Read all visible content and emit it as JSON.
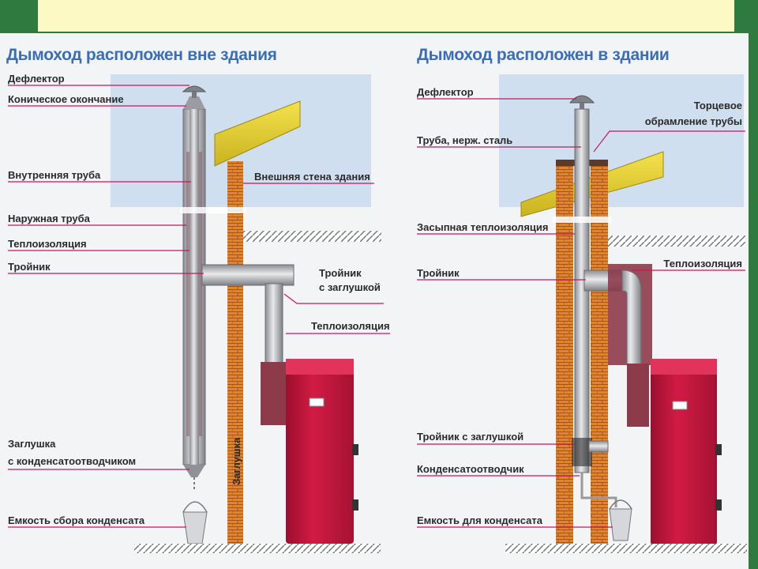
{
  "left": {
    "title": "Дымоход расположен вне здания",
    "labels": {
      "deflector": "Дефлектор",
      "conical_end": "Коническое окончание",
      "inner_pipe": "Внутренняя труба",
      "outer_wall": "Внешняя стена здания",
      "outer_pipe": "Наружная труба",
      "insulation": "Теплоизоляция",
      "tee": "Тройник",
      "tee_plug_1": "Тройник",
      "tee_plug_2": "с заглушкой",
      "insulation_2": "Теплоизоляция",
      "plug_1": "Заглушка",
      "plug_2": "с конденсатоотводчиком",
      "plug_vertical": "Заглушка",
      "condensate_tank": "Емкость сбора конденсата"
    }
  },
  "right": {
    "title": "Дымоход расположен в здании",
    "labels": {
      "deflector": "Дефлектор",
      "end_frame_1": "Торцевое",
      "end_frame_2": "обрамление трубы",
      "steel_pipe": "Труба, нерж. сталь",
      "fill_insulation": "Засыпная теплоизоляция",
      "insulation": "Теплоизоляция",
      "tee": "Тройник",
      "tee_plug": "Тройник с заглушкой",
      "condensate_trap": "Конденсатоотводчик",
      "condensate_tank": "Емкость для конденсата"
    }
  },
  "colors": {
    "background": "#2f7a3e",
    "title": "#3a6fb6",
    "leader": "#c2185b",
    "boiler": "#c0163c",
    "brick": "#e0862a"
  }
}
